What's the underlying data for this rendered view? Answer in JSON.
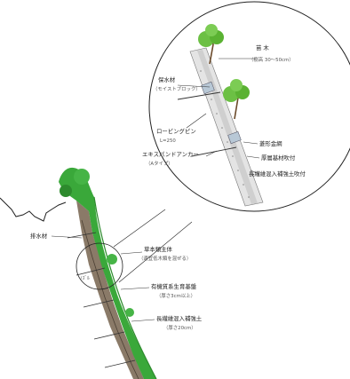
{
  "labels": {
    "seedling": "苗 木",
    "seedling_spec": "（樹高 30〜50cm）",
    "water_material_top": "保水材",
    "water_material_top_sub": "（モイストブロック）",
    "roving_pin": "ロービングピン",
    "roving_pin_len": "L=250",
    "expand_anchor": "エキスパンドアンカー",
    "expand_anchor_type": "（Aタイプ）",
    "wire_mesh": "菱形金網",
    "thick_base": "厚層基材吹付",
    "fiber_spray": "長繊維混入補強土吹付",
    "drain_material": "排水材",
    "herb_main": "草本類主体",
    "herb_main_sub": "（適宜低木類を混ぜる）",
    "organic_base": "有機質系生育基盤",
    "organic_base_sub": "（厚さ3cm以上）",
    "fiber_soil": "長繊維混入補強土",
    "fiber_soil_sub": "（厚さ20cm）",
    "small_mark": "ﾉｽﾞﾙ"
  },
  "colors": {
    "foliage": "#3aa83a",
    "foliage_dark": "#2d8a2d",
    "soil": "#8a7a68",
    "line": "#222222"
  }
}
